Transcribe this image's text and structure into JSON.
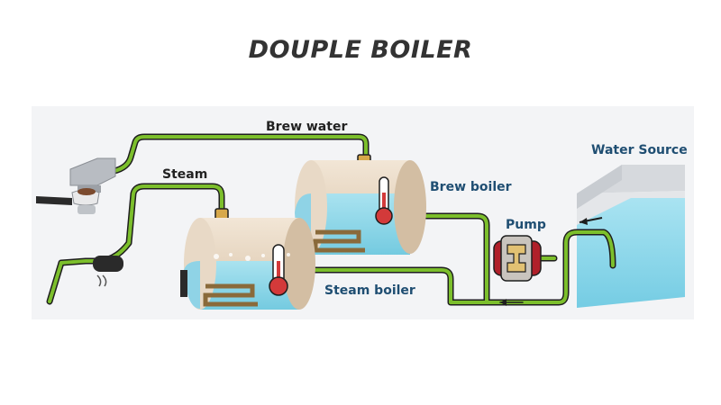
{
  "title": "DOUPLE BOILER",
  "labels": {
    "brew_water": "Brew water",
    "steam": "Steam",
    "brew_boiler": "Brew boiler",
    "water_source": "Water Source",
    "pump": "Pump",
    "steam_boiler": "Steam boiler"
  },
  "colors": {
    "pipe": "#7cbf2c",
    "pipe_outline": "#1e1e1e",
    "water": "#8fd9ec",
    "tank_body": "#e9dbc9",
    "heating_coil": "#b3894e",
    "thermometer": "#d33a3a",
    "pump_body": "#b0202a",
    "label_blue": "#1f4e72"
  }
}
